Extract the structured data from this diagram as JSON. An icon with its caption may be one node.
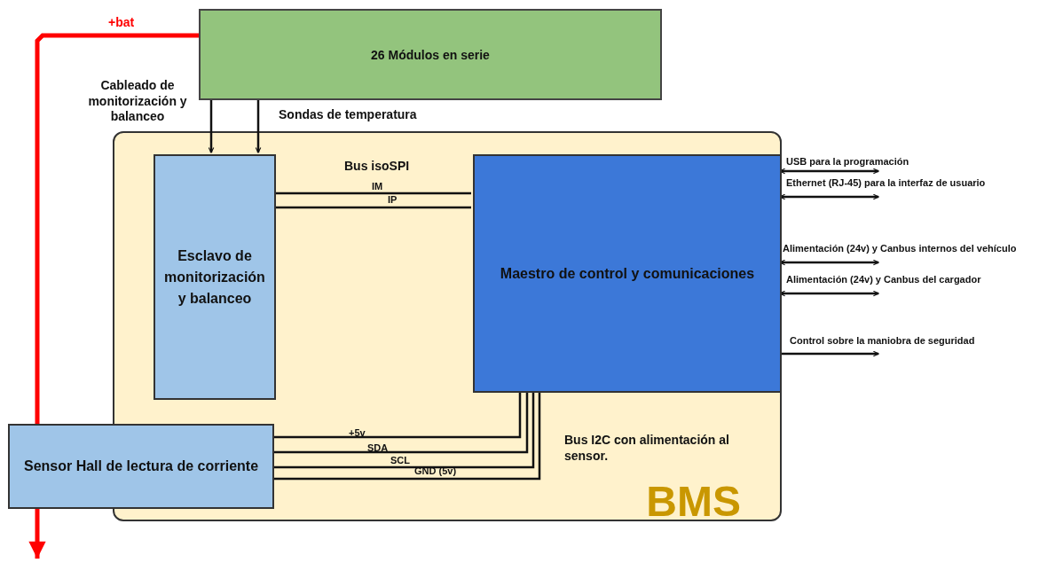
{
  "diagram": {
    "nodes": [
      {
        "text": [
          "BMS"
        ]
      },
      {
        "text": [
          "26 Módulos en serie"
        ]
      },
      {
        "text": [
          "Esclavo de monitorización y balanceo"
        ],
        "in": 0
      },
      {
        "text": [
          "Maestro de control y comunicaciones"
        ],
        "in": 0
      },
      {
        "text": [
          "Sensor Hall de lectura de corriente"
        ]
      }
    ],
    "edges": [
      {
        "from": 1,
        "to": 2,
        "arrow": "to",
        "label": "Cableado de monitorización y balanceo"
      },
      {
        "from": 1,
        "to": 2,
        "arrow": "to",
        "label": "Sondas de temperatura"
      },
      {
        "from": 2,
        "to": 3,
        "arrow": "none",
        "label": "IM"
      },
      {
        "from": 2,
        "to": 3,
        "arrow": "none",
        "label": "IP"
      },
      {
        "from": 3,
        "to": 4,
        "arrow": "none",
        "label": "+5v"
      },
      {
        "from": 3,
        "to": 4,
        "arrow": "none",
        "label": "SDA"
      },
      {
        "from": 3,
        "to": 4,
        "arrow": "none",
        "label": "SCL"
      },
      {
        "from": 3,
        "to": 4,
        "arrow": "none",
        "label": "GND (5v)"
      },
      {
        "from": 1,
        "to": null,
        "arrow": "to",
        "label": "+bat",
        "style": "thick",
        "color": "#ff0000"
      },
      {
        "from": 3,
        "to": null,
        "arrow": "both",
        "label": "USB para la programación"
      },
      {
        "from": 3,
        "to": null,
        "arrow": "both",
        "label": "Ethernet (RJ-45) para la interfaz de usuario"
      },
      {
        "from": 3,
        "to": null,
        "arrow": "both",
        "label": "Alimentación (24v) y Canbus internos del vehículo"
      },
      {
        "from": 3,
        "to": null,
        "arrow": "both",
        "label": "Alimentación (24v) y Canbus del cargador"
      },
      {
        "from": 3,
        "to": null,
        "arrow": "to",
        "label": "Control sobre la maniobra de seguridad"
      }
    ],
    "labels": [
      "Bus isoSPI",
      "Bus I2C con alimentación al sensor."
    ]
  }
}
